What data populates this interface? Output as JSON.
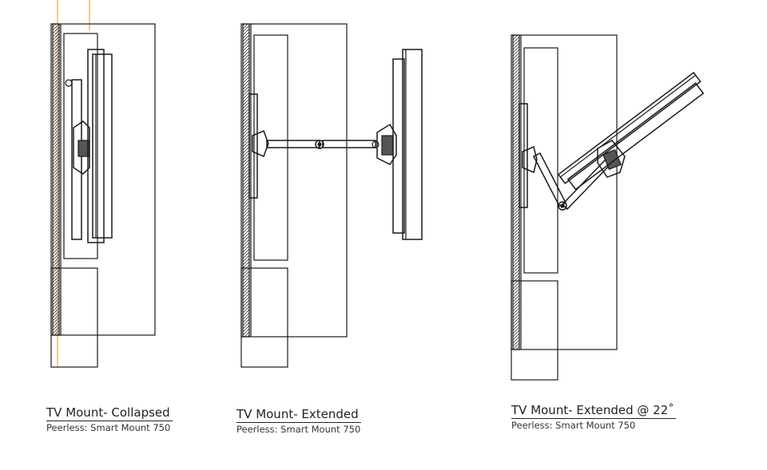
{
  "views": [
    {
      "title": "TV Mount- Collapsed",
      "subtitle": "Peerless: Smart Mount 750"
    },
    {
      "title": "TV Mount- Extended",
      "subtitle": "Peerless: Smart Mount 750"
    },
    {
      "title": "TV Mount- Extended @ 22˚",
      "subtitle": "Peerless: Smart Mount 750"
    }
  ],
  "colors": {
    "line": "#1a1a1a",
    "guide": "#e8a040"
  }
}
